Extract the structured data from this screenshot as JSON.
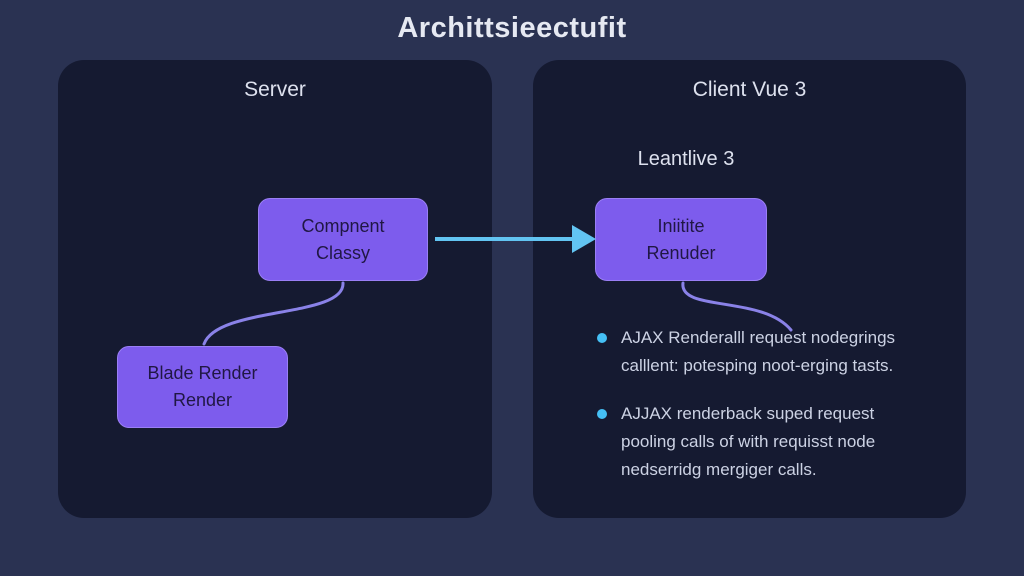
{
  "title": "Archittsieectufit",
  "colors": {
    "background": "#2a3252",
    "panel": "#151a31",
    "node_fill": "#7d5ced",
    "node_text": "#201744",
    "connector": "#8a82e8",
    "arrow": "#62c4f2",
    "bullet_dot": "#45c0f5",
    "body_text": "#ccd2e4"
  },
  "server_panel": {
    "header": "Server",
    "component_box": "Compnent\nClassy",
    "blade_box": "Blade Render\nRender"
  },
  "client_panel": {
    "header": "Client Vue 3",
    "subheader": "Leantlive 3",
    "init_box": "Iniitite\nRenuder",
    "bullets": [
      "AJAX Renderalll request nodegrings\ncalllent: potesping noot-erging tasts.",
      "AJJAX renderback suped request\npooling calls of with requisst node\nnedserridg mergiger calls."
    ]
  }
}
